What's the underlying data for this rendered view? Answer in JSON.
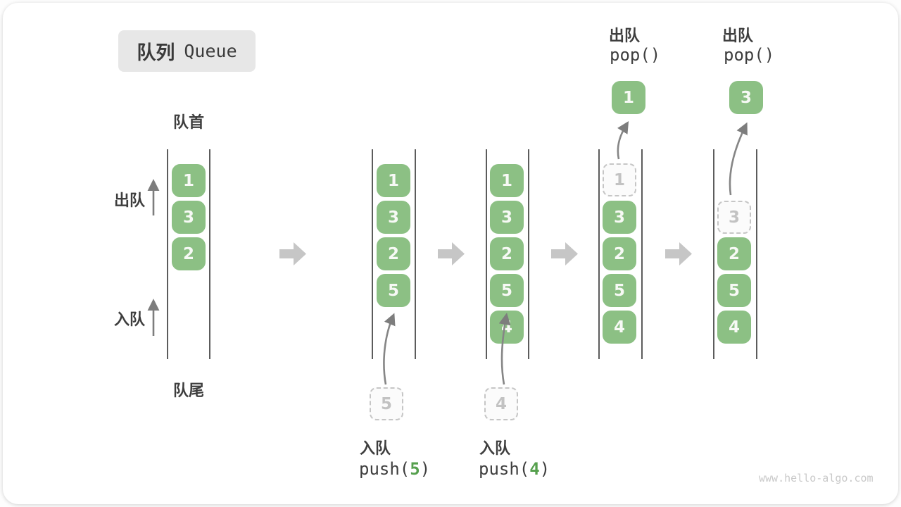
{
  "title": {
    "zh": "队列",
    "en": "Queue"
  },
  "labels": {
    "front": "队首",
    "rear": "队尾",
    "dequeue_side": "出队",
    "enqueue_side": "入队"
  },
  "states": [
    {
      "name": "initial",
      "cells": [
        "1",
        "3",
        "2"
      ]
    },
    {
      "name": "after-push-5",
      "cells": [
        "1",
        "3",
        "2",
        "5"
      ],
      "incoming": "5"
    },
    {
      "name": "after-push-4",
      "cells": [
        "1",
        "3",
        "2",
        "5",
        "4"
      ],
      "incoming": "4"
    },
    {
      "name": "after-pop-1",
      "ghost": "1",
      "cells": [
        "3",
        "2",
        "5",
        "4"
      ],
      "popped": "1"
    },
    {
      "name": "after-pop-3",
      "ghost": "3",
      "cells": [
        "2",
        "5",
        "4"
      ],
      "popped": "3"
    }
  ],
  "operations": {
    "push5": {
      "label": "入队",
      "fn_open": "push(",
      "arg": "5",
      "fn_close": ")"
    },
    "push4": {
      "label": "入队",
      "fn_open": "push(",
      "arg": "4",
      "fn_close": ")"
    },
    "pop1": {
      "label": "出队",
      "fn": "pop()"
    },
    "pop2": {
      "label": "出队",
      "fn": "pop()"
    }
  },
  "watermark": "www.hello-algo.com",
  "colors": {
    "cell_green": "#8cc084",
    "accent_green": "#56a04e",
    "block_arrow_gray": "#c6c6c6",
    "thin_arrow_gray": "#7d7d7d",
    "rail_gray": "#5c5c5c",
    "badge_gray": "#e7e7e7",
    "text_dark": "#3e3e3e",
    "ghost_gray": "#c6c6c6"
  }
}
